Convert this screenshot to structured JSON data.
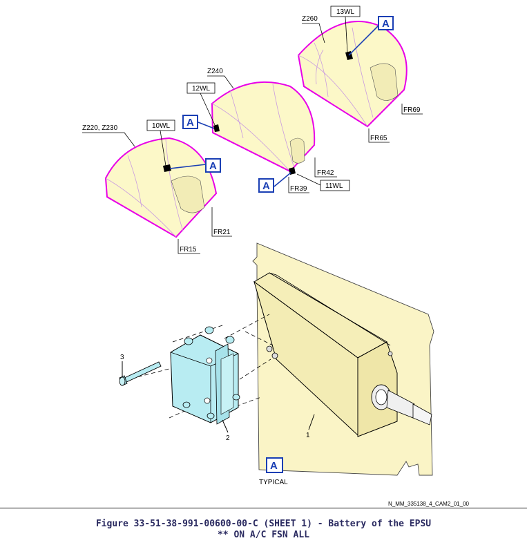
{
  "labels": {
    "z260": "Z260",
    "wl13": "13WL",
    "z240": "Z240",
    "wl12": "12WL",
    "z220": "Z220, Z230",
    "wl10": "10WL",
    "wl11": "11WL",
    "fr69": "FR69",
    "fr65": "FR65",
    "fr42": "FR42",
    "fr39": "FR39",
    "fr21": "FR21",
    "fr15": "FR15",
    "a": "A",
    "item1": "1",
    "item2": "2",
    "item3": "3",
    "typical": "TYPICAL",
    "drawing_ref": "N_MM_335138_4_CAM2_01_00"
  },
  "caption": {
    "line1": "Figure 33-51-38-991-00600-00-C (SHEET 1) - Battery of the EPSU",
    "line2": "** ON A/C FSN ALL"
  },
  "colors": {
    "section_fill": "#fcf8c8",
    "section_outline": "#e800e8",
    "callout_blue": "#1a3fb4",
    "battery_fill": "#b8ecf2",
    "panel_fill": "#faf4c6"
  }
}
